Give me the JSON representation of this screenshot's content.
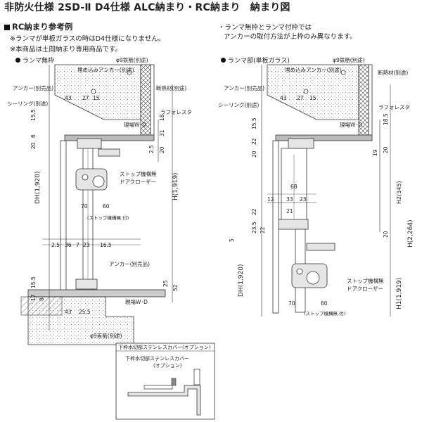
{
  "title": "非防火仕様 2SD-Ⅱ D4仕様 ALC納まり・RC納まり　納まり図",
  "section_heading": "RC納まり参考例",
  "notes_left": [
    "※ランマが単板ガラスの時はD4仕様になりません。",
    "※本商品は土間納まり専用商品です。"
  ],
  "notes_right": [
    "・ランマ無枠とランマ付枠では",
    "アンカーの取付方法が上枠のみ異なります。"
  ],
  "left_view": {
    "heading": "ランマ無枠",
    "labels": {
      "rebar_top": "φ9鉄筋(別途)",
      "embedded_anchor": "埋め込みアンカー(別途)",
      "anchor": "アンカー(別売品)",
      "sealing": "シーリング(別途)",
      "insulation": "断熱材(別途)",
      "lath": "ラフォレスタ",
      "site_wd": "現場W･D",
      "stop_closer_1": "ストップ機構無",
      "stop_closer_2": "ドアクローザー",
      "stop_note": "(ストップ機構無.付)",
      "anchor_bottom": "アンカー(別売品)",
      "site_wd_bottom": "現場W･D",
      "rebar_bottom": "φ9差筋(別途)",
      "dh": "DH(1,920)",
      "h": "H(1,919)"
    },
    "dims_top": [
      "43",
      "27",
      "15"
    ],
    "dims_vert_left": [
      "15.5",
      "6",
      "20"
    ],
    "dims_right_top": [
      "18",
      "31"
    ],
    "dims_right_mid": [
      "2.5",
      "20"
    ],
    "dims_mid": [
      "70",
      "60"
    ],
    "dims_row": [
      "2.5",
      "36",
      "7",
      "23",
      "16.5"
    ],
    "dims_bottom_left": [
      "15.5",
      "17",
      "8"
    ],
    "dims_bottom_right": [
      "25",
      "52"
    ],
    "dims_bottom": [
      "43",
      "25.5"
    ]
  },
  "right_view": {
    "heading": "ランマ部(単板ガラス)",
    "labels": {
      "rebar_top": "φ9鉄筋(別途)",
      "embedded_anchor": "埋め込みアンカー(別途)",
      "anchor": "アンカー(別売品)",
      "sealing": "シーリング(別途)",
      "insulation": "断熱材(別途)",
      "lath": "ラフォレスタ",
      "site_wd": "現場W･D",
      "stop_closer_1": "ストップ機構無",
      "stop_closer_2": "ドアクローザー",
      "stop_note": "(ストップ機構無.付)",
      "dh": "DH(1,920)",
      "h1": "H1(1,919)",
      "h2": "H2(345)",
      "h": "H(2,264)"
    },
    "dims_top": [
      "43",
      "27",
      "15"
    ],
    "dims_vert_left": [
      "15.5",
      "22",
      "20"
    ],
    "dims_right_top": [
      "18.5"
    ],
    "dims_right_mid": [
      "19",
      "20"
    ],
    "dims_mid_a": [
      "68"
    ],
    "dims_mid_b": [
      "12",
      "33",
      "23",
      "21"
    ],
    "dims_left_mid": [
      "22",
      "23.5",
      "22",
      "5"
    ],
    "dims_right_low": [
      "20"
    ],
    "dims_bottom": [
      "70",
      "60"
    ]
  },
  "inset": {
    "header": "下枠水切部ステンレスカバー(オプション)",
    "label_1": "下枠水切部ステンレスカバー",
    "label_2": "(オプション)"
  }
}
